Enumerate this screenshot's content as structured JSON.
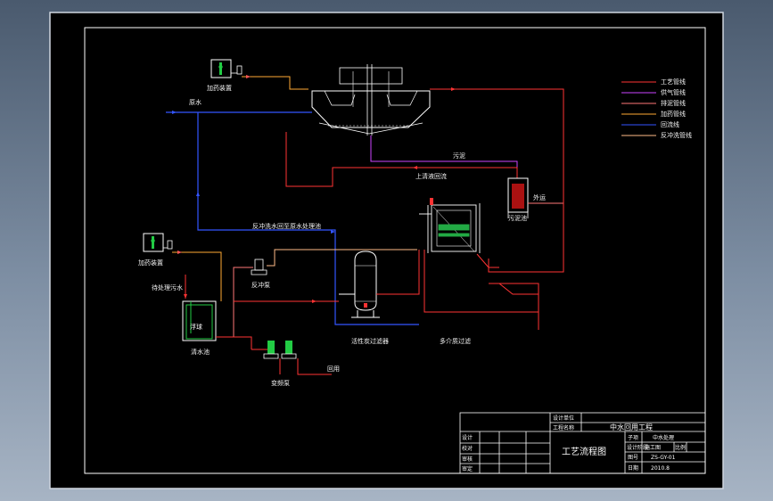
{
  "colors": {
    "process": "#ff3333",
    "aeration": "#cc44ff",
    "sludge": "#ff7777",
    "dosing": "#ffaa33",
    "backwash": "#ffbb88",
    "recycle": "#3355ff",
    "frame": "#ffffff",
    "sheet": "#000000"
  },
  "legend": [
    {
      "label": "工艺管线",
      "kind": "process"
    },
    {
      "label": "供气管线",
      "kind": "aeration"
    },
    {
      "label": "排泥管线",
      "kind": "sludge"
    },
    {
      "label": "加药管线",
      "kind": "dosing"
    },
    {
      "label": "回流线",
      "kind": "recycle"
    },
    {
      "label": "反冲洗管线",
      "kind": "backwash"
    }
  ],
  "labels": {
    "dosing_top": "加药装置",
    "raw_water": "原水",
    "sludge_flow": "污泥",
    "supernatant": "上清液回流",
    "sludge_tank": "污泥池",
    "sludge_out": "外运",
    "backwash_drain": "反冲洗水回至原水处理池",
    "dosing_left": "加药装置",
    "pretreated": "待处理污水",
    "backwash_pump": "反冲泵",
    "clear_tank": "清水池",
    "floating": "浮球",
    "carbon_filter": "活性炭过滤器",
    "multimedia": "多介质过滤",
    "vfd_pump": "变频泵",
    "reuse": "回用"
  },
  "title_block": {
    "company_label": "设计单位",
    "project_label": "工程名称",
    "project_name": "中水回用工程",
    "drawing_title": "工艺流程图",
    "design": "设计",
    "check": "校对",
    "review": "审核",
    "approve": "审定",
    "item_label": "子项",
    "item_value": "中水处理",
    "phase_label": "设计阶段",
    "phase_value": "施工图",
    "scale_label": "比例",
    "drawing_no_label": "图号",
    "drawing_no_value": "ZS-GY-01",
    "date_label": "日期",
    "date_value": "2010.8"
  }
}
